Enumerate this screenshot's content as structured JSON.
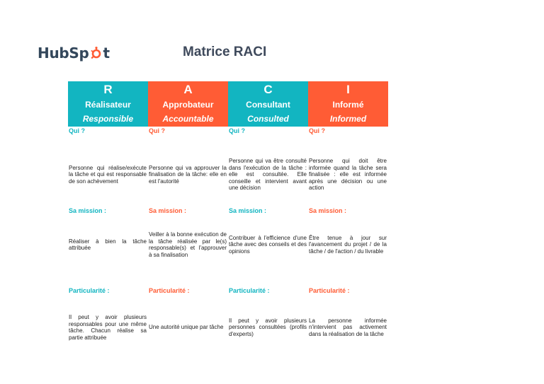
{
  "logo": {
    "text_before": "HubSp",
    "text_after": "t"
  },
  "title": "Matrice RACI",
  "columns": [
    {
      "letter": "R",
      "name": "Réalisateur",
      "english": "Responsible",
      "color": "#12b5c1",
      "who_label": "Qui ?",
      "who": "Personne qui réalise/exécute la tâche et qui est responsable de son achèvement",
      "mission_label": "Sa mission :",
      "mission": "Réaliser à bien la tâche attribuée",
      "special_label": "Particularité :",
      "special": "Il peut y avoir plusieurs responsables pour une même tâche. Chacun réalise sa partie attribuée"
    },
    {
      "letter": "A",
      "name": "Approbateur",
      "english": "Accountable",
      "color": "#ff5c35",
      "who_label": "Qui ?",
      "who": "Personne qui va approuver la finalisation de la tâche: elle en est l'autorité",
      "mission_label": "Sa mission :",
      "mission": "Veiller à la bonne exécution de la tâche réalisée par le(s) responsable(s) et l'approuver à sa finalisation",
      "special_label": "Particularité :",
      "special": "Une autorité unique par tâche"
    },
    {
      "letter": "C",
      "name": "Consultant",
      "english": "Consulted",
      "color": "#12b5c1",
      "who_label": "Qui ?",
      "who": "Personne qui va être consulté dans l'exécution de la tâche : elle est consultée. Elle conseille et intervient avant une décision",
      "mission_label": "Sa mission :",
      "mission": "Contribuer à l'efficience d'une tâche avec des conseils et des opinions",
      "special_label": "Particularité :",
      "special": "Il peut y avoir plusieurs personnes consultées (profils d'experts)"
    },
    {
      "letter": "I",
      "name": "Informé",
      "english": "Informed",
      "color": "#ff5c35",
      "who_label": "Qui ?",
      "who": "Personne qui doit être informée quand la tâche sera finalisée : elle est informée après une décision ou une action",
      "mission_label": "Sa mission :",
      "mission": "Être tenue à jour sur l'avancement du projet / de la tâche / de l'action / du livrable",
      "special_label": "Particularité :",
      "special": "La personne informée n'intervient pas activement dans la réalisation de la tâche"
    }
  ]
}
